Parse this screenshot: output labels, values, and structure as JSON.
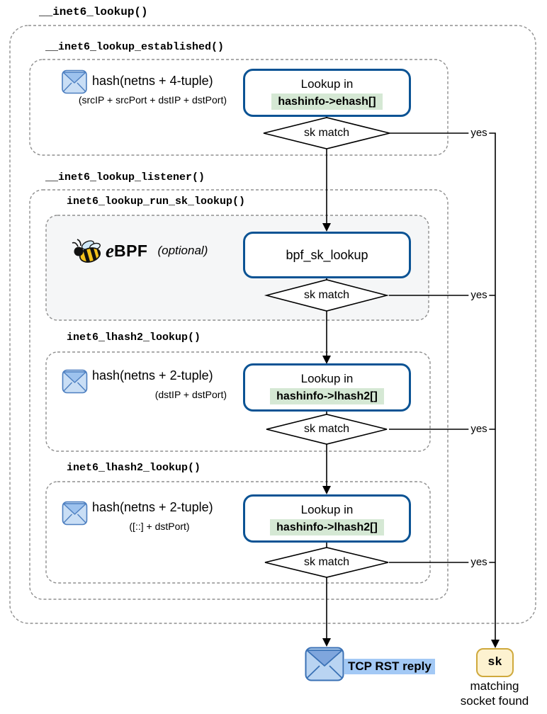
{
  "title": "__inet6_lookup()",
  "yes_label": "yes",
  "established": {
    "label": "__inet6_lookup_established()",
    "hash": "hash(netns + 4-tuple)",
    "hash_detail": "(srcIP + srcPort + dstIP + dstPort)",
    "lookup_title": "Lookup in",
    "lookup_code": "hashinfo->ehash[]",
    "decision": "sk match"
  },
  "listener": {
    "label": "__inet6_lookup_listener()",
    "bpf": {
      "label": "inet6_lookup_run_sk_lookup()",
      "logo_e": "e",
      "logo_bpf": "BPF",
      "optional": "(optional)",
      "box_label": "bpf_sk_lookup",
      "decision": "sk match"
    },
    "lhash2_first": {
      "label": "inet6_lhash2_lookup()",
      "hash": "hash(netns + 2-tuple)",
      "hash_detail": "(dstIP + dstPort)",
      "lookup_title": "Lookup in",
      "lookup_code": "hashinfo->lhash2[]",
      "decision": "sk match"
    },
    "lhash2_second": {
      "label": "inet6_lhash2_lookup()",
      "hash": "hash(netns + 2-tuple)",
      "hash_detail": "([::] + dstPort)",
      "lookup_title": "Lookup in",
      "lookup_code": "hashinfo->lhash2[]",
      "decision": "sk match"
    }
  },
  "results": {
    "tcp_rst_label": "TCP RST reply",
    "sk_label": "sk",
    "sk_caption_line1": "matching",
    "sk_caption_line2": "socket found"
  },
  "icons": {
    "envelope": "envelope-icon",
    "ebpf_bee": "ebpf-bee-icon",
    "tcp_rst_envelope": "tcp-rst-envelope-icon"
  },
  "colors": {
    "box_border": "#0b5394",
    "code_bg": "#d5e8d4",
    "gray_fill": "#f5f6f7",
    "dash": "#8f8f8f",
    "sk_fill": "#fdf2d0",
    "sk_border": "#cfa93c",
    "rst_bg": "#a3c9f5",
    "env_body": "#c9def5",
    "env_flap": "#9dc2ee",
    "env_stroke": "#4d7fc0"
  }
}
